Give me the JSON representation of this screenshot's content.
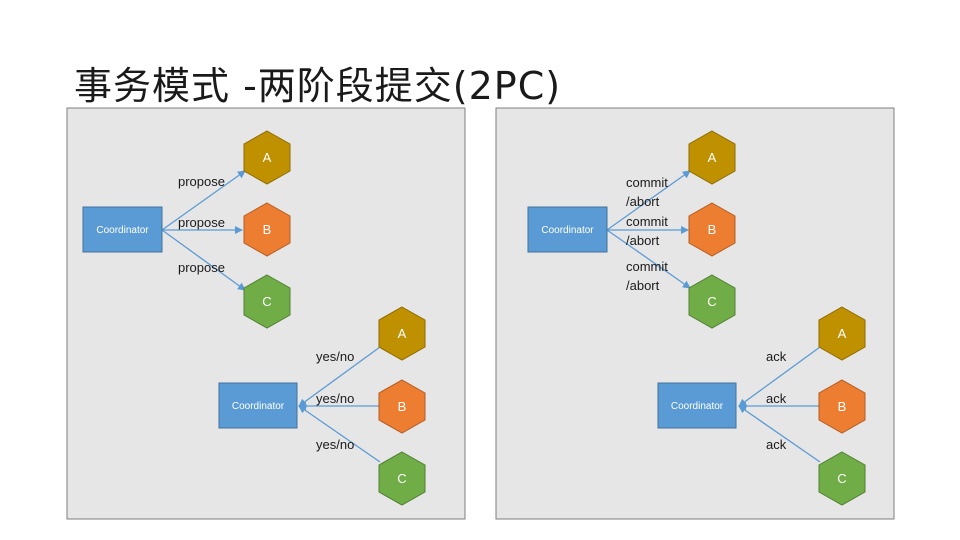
{
  "title": "事务模式 -两阶段提交(2PC)",
  "colors": {
    "panel_bg": "#e6e6e6",
    "panel_border": "#7f7f7f",
    "coordinator": "#5b9bd5",
    "arrow": "#5b9bd5",
    "node_a": "#bf9000",
    "node_b": "#ed7d31",
    "node_c": "#70ad47"
  },
  "coordinator_label": "Coordinator",
  "nodes": [
    "A",
    "B",
    "C"
  ],
  "left_panel": {
    "phase1_labels": [
      "propose",
      "propose",
      "propose"
    ],
    "phase2_labels": [
      "yes/no",
      "yes/no",
      "yes/no"
    ]
  },
  "right_panel": {
    "phase1_labels": [
      [
        "commit",
        "/abort"
      ],
      [
        "commit",
        "/abort"
      ],
      [
        "commit",
        "/abort"
      ]
    ],
    "phase2_labels": [
      "ack",
      "ack",
      "ack"
    ]
  }
}
